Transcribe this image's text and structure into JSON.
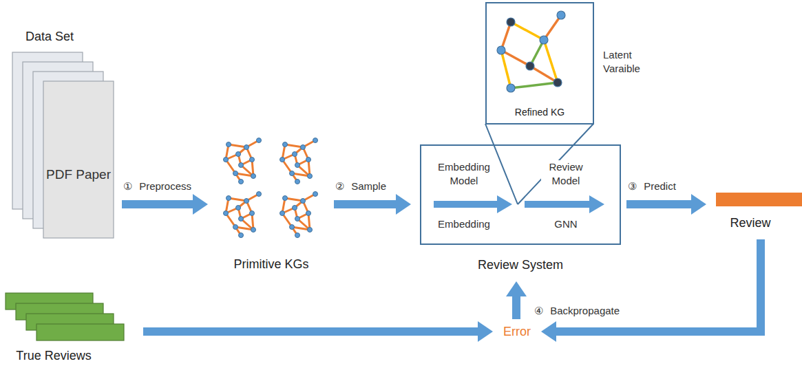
{
  "diagram": {
    "nodes": [
      {
        "text": [
          "Data Set",
          "PDF Paper"
        ]
      },
      {
        "text": [
          "Primitive KGs"
        ]
      },
      {
        "text": [
          "Refined KG"
        ]
      },
      {
        "text": [
          "Review System"
        ]
      },
      {
        "text": [
          "Review"
        ]
      },
      {
        "text": [
          "Error"
        ]
      },
      {
        "text": [
          "True Reviews"
        ]
      }
    ],
    "edges": [
      {
        "from": 0,
        "to": 1,
        "arrow": "to",
        "label": "① Preprocess"
      },
      {
        "from": 1,
        "to": 3,
        "arrow": "to",
        "label": "② Sample"
      },
      {
        "from": 3,
        "to": 4,
        "arrow": "to",
        "label": "③ Predict"
      },
      {
        "from": 4,
        "to": 5,
        "arrow": "to"
      },
      {
        "from": 6,
        "to": 5,
        "arrow": "to"
      },
      {
        "from": 5,
        "to": 3,
        "arrow": "to",
        "label": "④ Backpropagate"
      }
    ],
    "labels": [
      "Embedding Model",
      "Embedding",
      "Review Model",
      "GNN",
      "Latent Varaible"
    ]
  }
}
